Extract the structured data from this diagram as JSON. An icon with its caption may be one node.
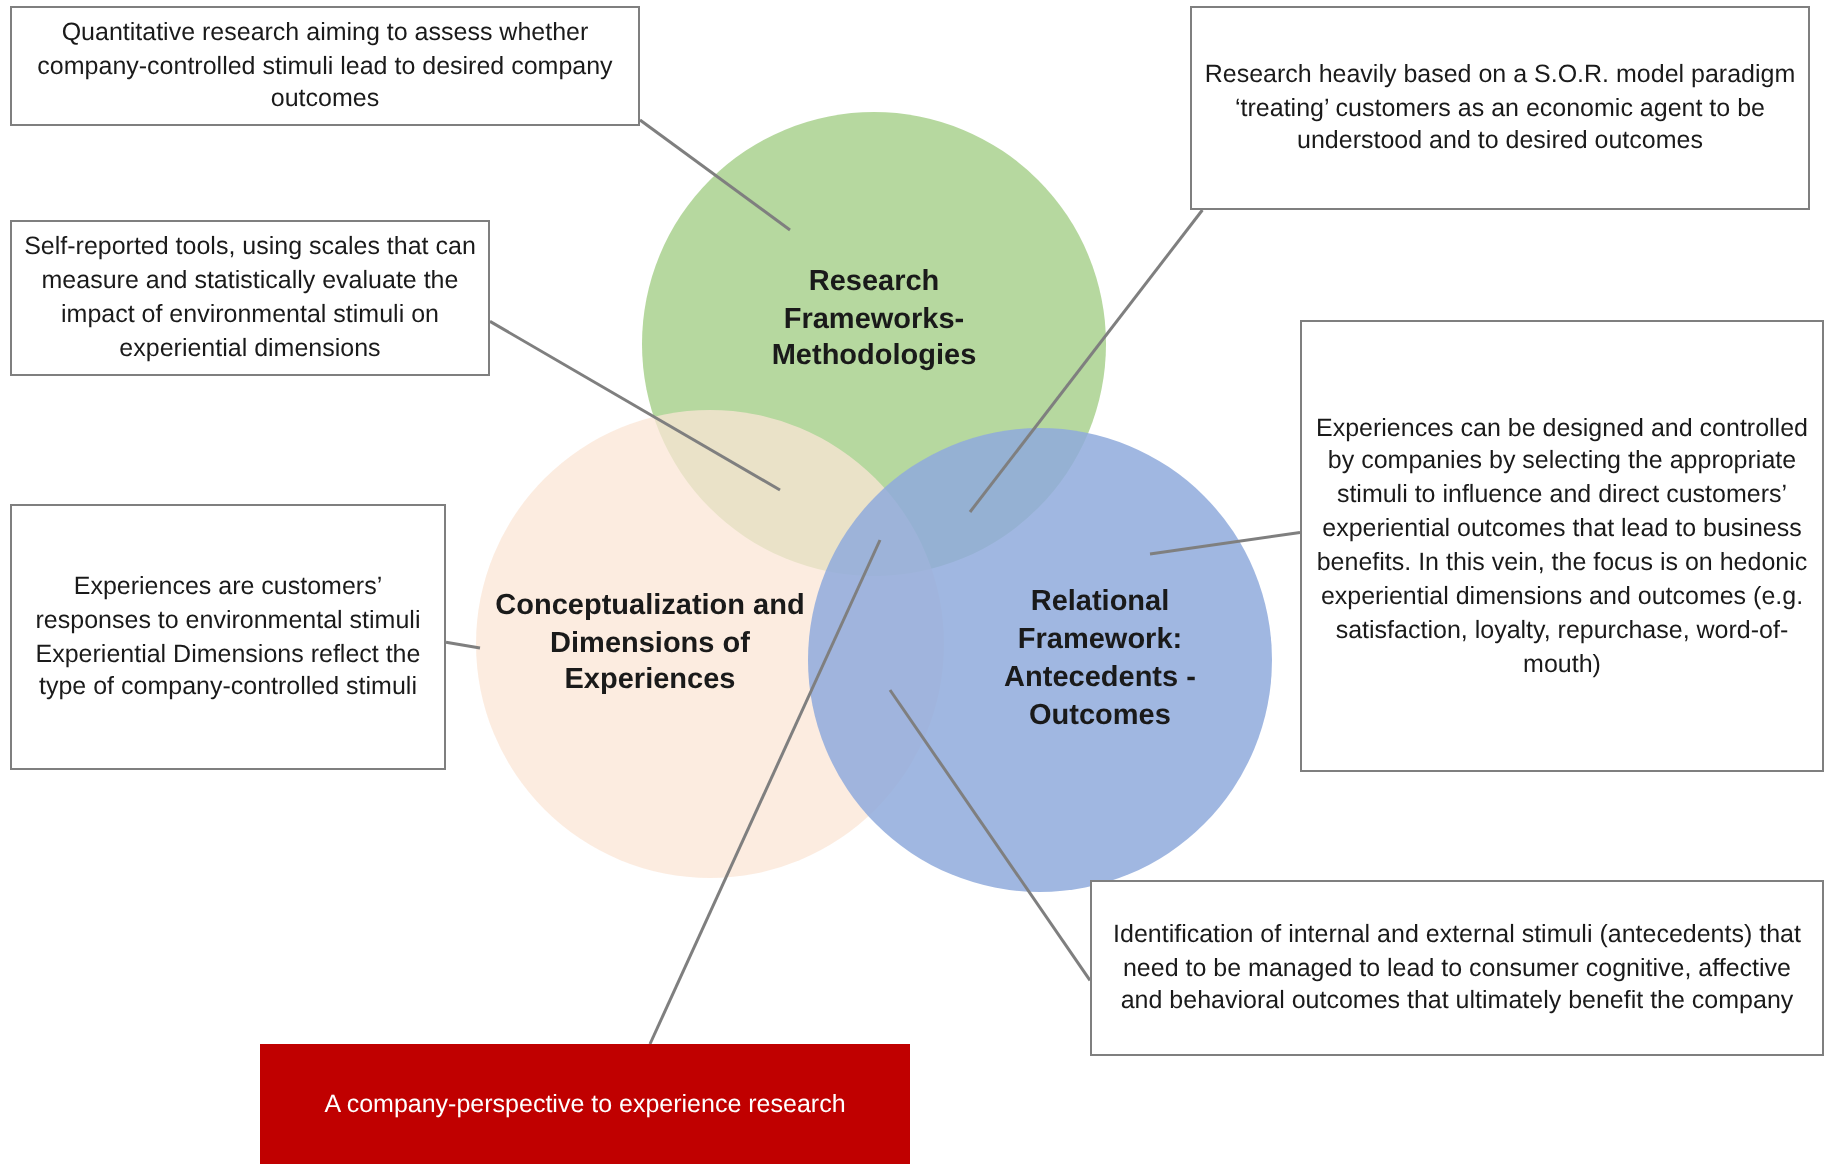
{
  "diagram": {
    "nodes": [
      {
        "text": [
          "Research Frameworks-Methodologies"
        ]
      },
      {
        "text": [
          "Conceptualization and Dimensions of Experiences"
        ]
      },
      {
        "text": [
          "Relational Framework: Antecedents - Outcomes"
        ]
      },
      {
        "text": [
          "Quantitative research aiming to assess whether company-controlled stimuli lead to desired company outcomes"
        ]
      },
      {
        "text": [
          "Research heavily based on a S.O.R. model paradigm ‘treating’ customers as an economic agent to be understood and to desired outcomes"
        ]
      },
      {
        "text": [
          "Self-reported tools, using scales that can measure and statistically evaluate the impact of environmental stimuli on experiential dimensions"
        ]
      },
      {
        "text": [
          "Experiences are customers’ responses to environmental stimuli",
          "Experiential Dimensions reflect the type of company-controlled stimuli"
        ]
      },
      {
        "text": [
          "Experiences can be designed and controlled by companies by selecting the appropriate stimuli to influence and direct customers’ experiential outcomes that lead to business benefits. In this vein, the focus is on hedonic experiential dimensions and outcomes (e.g. satisfaction, loyalty, repurchase, word-of-mouth)"
        ]
      },
      {
        "text": [
          "Identification of internal and external stimuli (antecedents) that need to be managed to lead to consumer cognitive, affective and behavioral outcomes that ultimately benefit the company"
        ]
      },
      {
        "text": [
          "A company-perspective to experience research"
        ]
      }
    ],
    "edges": [
      {
        "from": 3,
        "to": 0,
        "arrow": "none"
      },
      {
        "from": 4,
        "to": 0,
        "arrow": "none"
      },
      {
        "from": 5,
        "to": 0,
        "arrow": "none"
      },
      {
        "from": 6,
        "to": 1,
        "arrow": "none"
      },
      {
        "from": 7,
        "to": 2,
        "arrow": "none"
      },
      {
        "from": 8,
        "to": 2,
        "arrow": "none"
      },
      {
        "from": 9,
        "to": 0,
        "arrow": "none"
      }
    ]
  }
}
